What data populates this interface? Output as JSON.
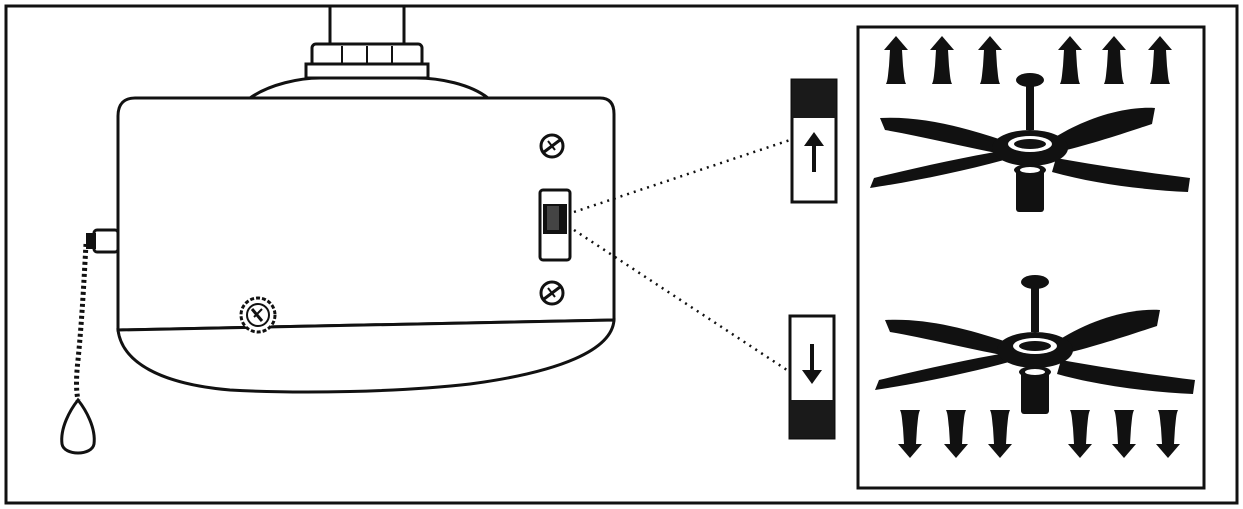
{
  "figure": {
    "kind": "ceiling fan motor housing reverse-switch diagram",
    "colors": {
      "ink": "#111111",
      "paper": "#ffffff",
      "switch_block": "#1a1a1a"
    },
    "icons": [
      "fan-switch-housing",
      "pull-chain",
      "reverse-switch",
      "switch-up-position-indicator",
      "switch-down-position-indicator",
      "arrow-up-icon",
      "arrow-down-icon",
      "ceiling-fan-icon",
      "airflow-up-arrows",
      "airflow-down-arrows"
    ]
  }
}
